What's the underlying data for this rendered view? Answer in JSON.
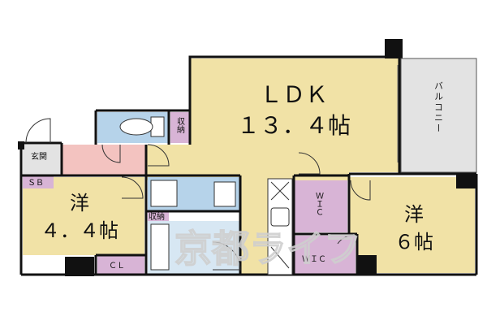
{
  "rooms": {
    "ldk": {
      "name": "ＬＤＫ",
      "size": "１３．４帖"
    },
    "western_1": {
      "name": "洋",
      "size": "４．４帖"
    },
    "western_2": {
      "name": "洋",
      "size": "６帖"
    },
    "balcony": "バルコニー",
    "storage_1": "収納",
    "storage_2": "収納",
    "wic_1": "ＷＩＣ",
    "wic_2": "ＷＩＣ",
    "closet": "ＣＬ",
    "entrance": "玄関",
    "shoe_box": "ＳＢ"
  },
  "watermark": "京都ライフ",
  "colors": {
    "living": "#f1e2a6",
    "wet": "#b6d3ea",
    "storage": "#d8b4d6",
    "entrance": "#f3c3c0",
    "balcony": "#e3e3e3",
    "wall": "#111111"
  }
}
